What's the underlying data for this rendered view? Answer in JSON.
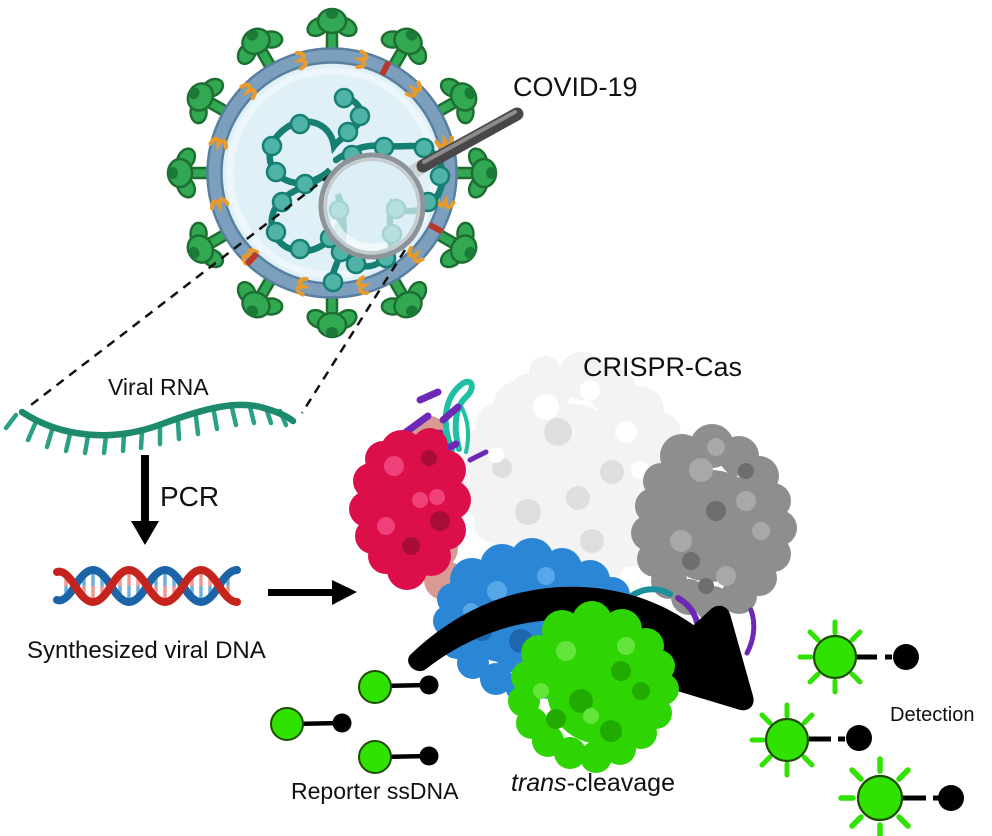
{
  "figure": {
    "labels": {
      "covid19": "COVID-19",
      "viral_rna": "Viral RNA",
      "pcr": "PCR",
      "synthesized_dna": "Synthesized viral DNA",
      "crispr_cas": "CRISPR-Cas",
      "reporter_ssdna": "Reporter ssDNA",
      "trans_italic": "trans",
      "cleavage_suffix": "-cleavage",
      "detection": "Detection"
    },
    "colors": {
      "virus_membrane": "#7B9FBD",
      "virus_interior": "#DFF0F7",
      "spike_green": "#33A852",
      "membrane_protein_orange": "#E89A2B",
      "envelope_protein_red": "#B9382C",
      "rna_teal": "#1D8A6E",
      "dna_red": "#C5231E",
      "dna_blue": "#1C64A7",
      "reporter_green": "#2FE200",
      "quencher_black": "#000000",
      "cas_crimson": "#DC0F4A",
      "cas_white": "#F3F3F3",
      "cas_gray": "#8E8E8E",
      "cas_blue": "#2B86D6",
      "cas_green": "#2FD503",
      "ribbon_purple": "#6D28B8",
      "ribbon_teal": "#1FBFA4",
      "ribbon_orange": "#DF8A10"
    },
    "icons": {
      "magnifier": "magnifier-icon",
      "down_arrow": "arrow-down-icon",
      "right_arrow": "arrow-right-icon",
      "curved_arrow": "curved-swoosh-arrow-icon"
    }
  }
}
